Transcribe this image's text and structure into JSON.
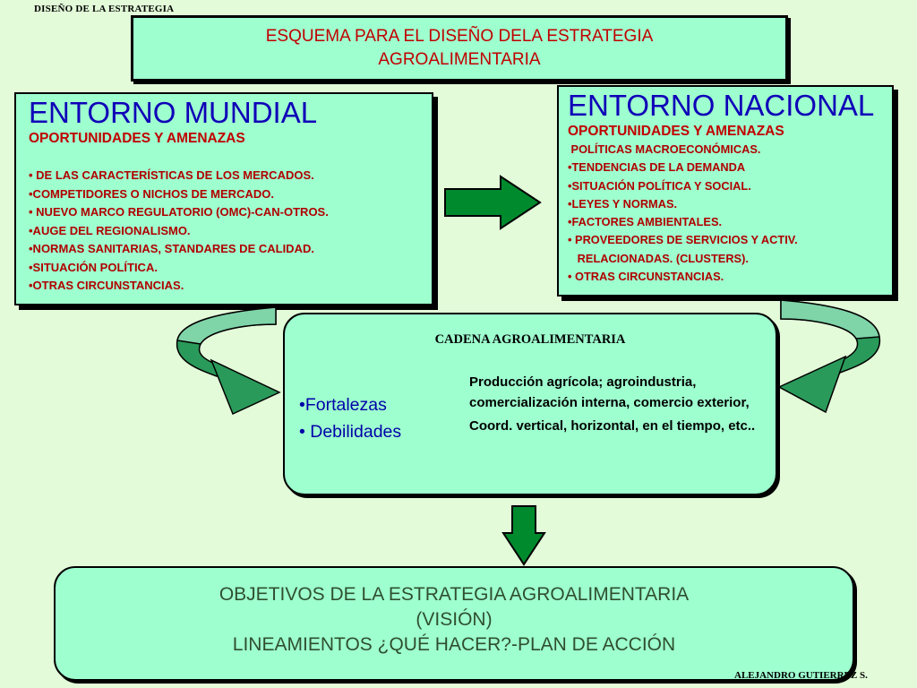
{
  "header": {
    "label": "DISEÑO DE LA ESTRATEGIA"
  },
  "title": {
    "line1": "ESQUEMA PARA EL DISEÑO DELA ESTRATEGIA",
    "line2": "AGROALIMENTARIA"
  },
  "mundial": {
    "title": "ENTORNO MUNDIAL",
    "subtitle": "OPORTUNIDADES Y AMENAZAS",
    "items": [
      "• DE LAS CARACTERÍSTICAS DE LOS MERCADOS.",
      "•COMPETIDORES O NICHOS DE MERCADO.",
      "• NUEVO MARCO REGULATORIO (OMC)-CAN-OTROS.",
      "•AUGE DEL REGIONALISMO.",
      "•NORMAS SANITARIAS, STANDARES DE CALIDAD.",
      "•SITUACIÓN POLÍTICA.",
      "•OTRAS CIRCUNSTANCIAS."
    ]
  },
  "nacional": {
    "title": "ENTORNO NACIONAL",
    "subtitle": "OPORTUNIDADES Y AMENAZAS",
    "items": [
      " POLÍTICAS MACROECONÓMICAS.",
      "•TENDENCIAS DE LA DEMANDA",
      "•SITUACIÓN POLÍTICA Y SOCIAL.",
      "•LEYES Y NORMAS.",
      "•FACTORES AMBIENTALES.",
      "• PROVEEDORES DE SERVICIOS Y ACTIV.",
      "   RELACIONADAS. (CLUSTERS).",
      "• OTRAS CIRCUNSTANCIAS."
    ]
  },
  "cadena": {
    "title": "CADENA AGROALIMENTARIA",
    "fortalezas": "•Fortalezas",
    "debilidades": "• Debilidades",
    "produccion": "Producción agrícola; agroindustria, comercialización interna, comercio exterior,",
    "coord": "Coord. vertical,  horizontal, en el tiempo, etc.."
  },
  "objetivos": {
    "line1": "OBJETIVOS DE LA ESTRATEGIA AGROALIMENTARIA",
    "line2": "(VISIÓN)",
    "line3": "LINEAMIENTOS ¿QUÉ HACER?-PLAN DE ACCIÓN"
  },
  "footer": {
    "author": "ALEJANDRO GUTIERREZ S."
  },
  "colors": {
    "background": "#e3fbd9",
    "box_fill": "#9effcf",
    "title_red": "#c00000",
    "heading_blue": "#0f00b8",
    "arrow_green": "#008a2e",
    "curved_arrow_green": "#2a9a5a"
  }
}
